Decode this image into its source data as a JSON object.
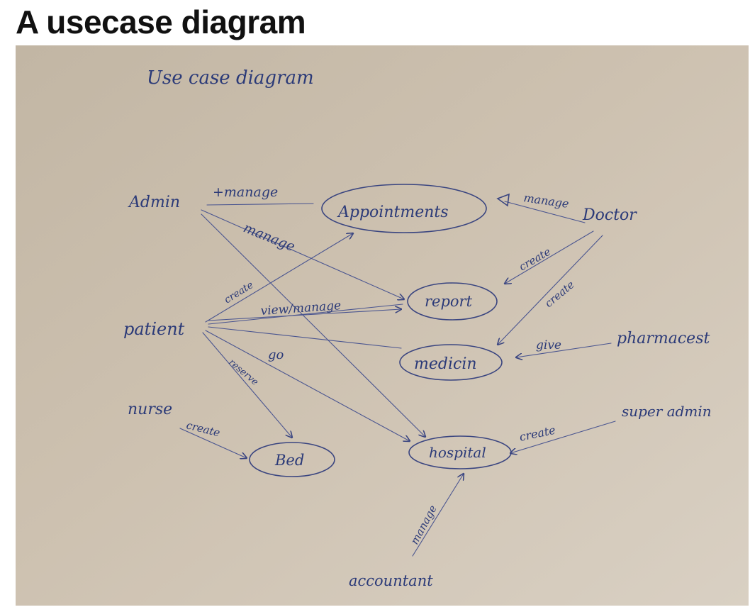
{
  "title": "A usecase diagram",
  "diagram": {
    "heading": "Use case diagram",
    "actors": {
      "admin": "Admin",
      "doctor": "Doctor",
      "patient": "patient",
      "pharmacist": "pharmacest",
      "nurse": "nurse",
      "superadmin": "super admin",
      "accountant": "accountant"
    },
    "usecases": {
      "appointments": "Appointments",
      "report": "report",
      "medicin": "medicin",
      "bed": "Bed",
      "hospital": "hospital"
    },
    "labels": {
      "admin_manage_1": "+manage",
      "admin_manage_2": "manage",
      "doctor_manage": "manage",
      "doctor_create_report": "create",
      "doctor_create_medicin": "create",
      "patient_create": "create",
      "patient_view": "view/manage",
      "patient_go": "go",
      "patient_reserve": "reserve",
      "pharmacist_give": "give",
      "nurse_create": "create",
      "superadmin_create": "create",
      "accountant_manage": "manage"
    },
    "colors": {
      "paper": "#cbbfae",
      "ink": "#2b3a78"
    }
  }
}
